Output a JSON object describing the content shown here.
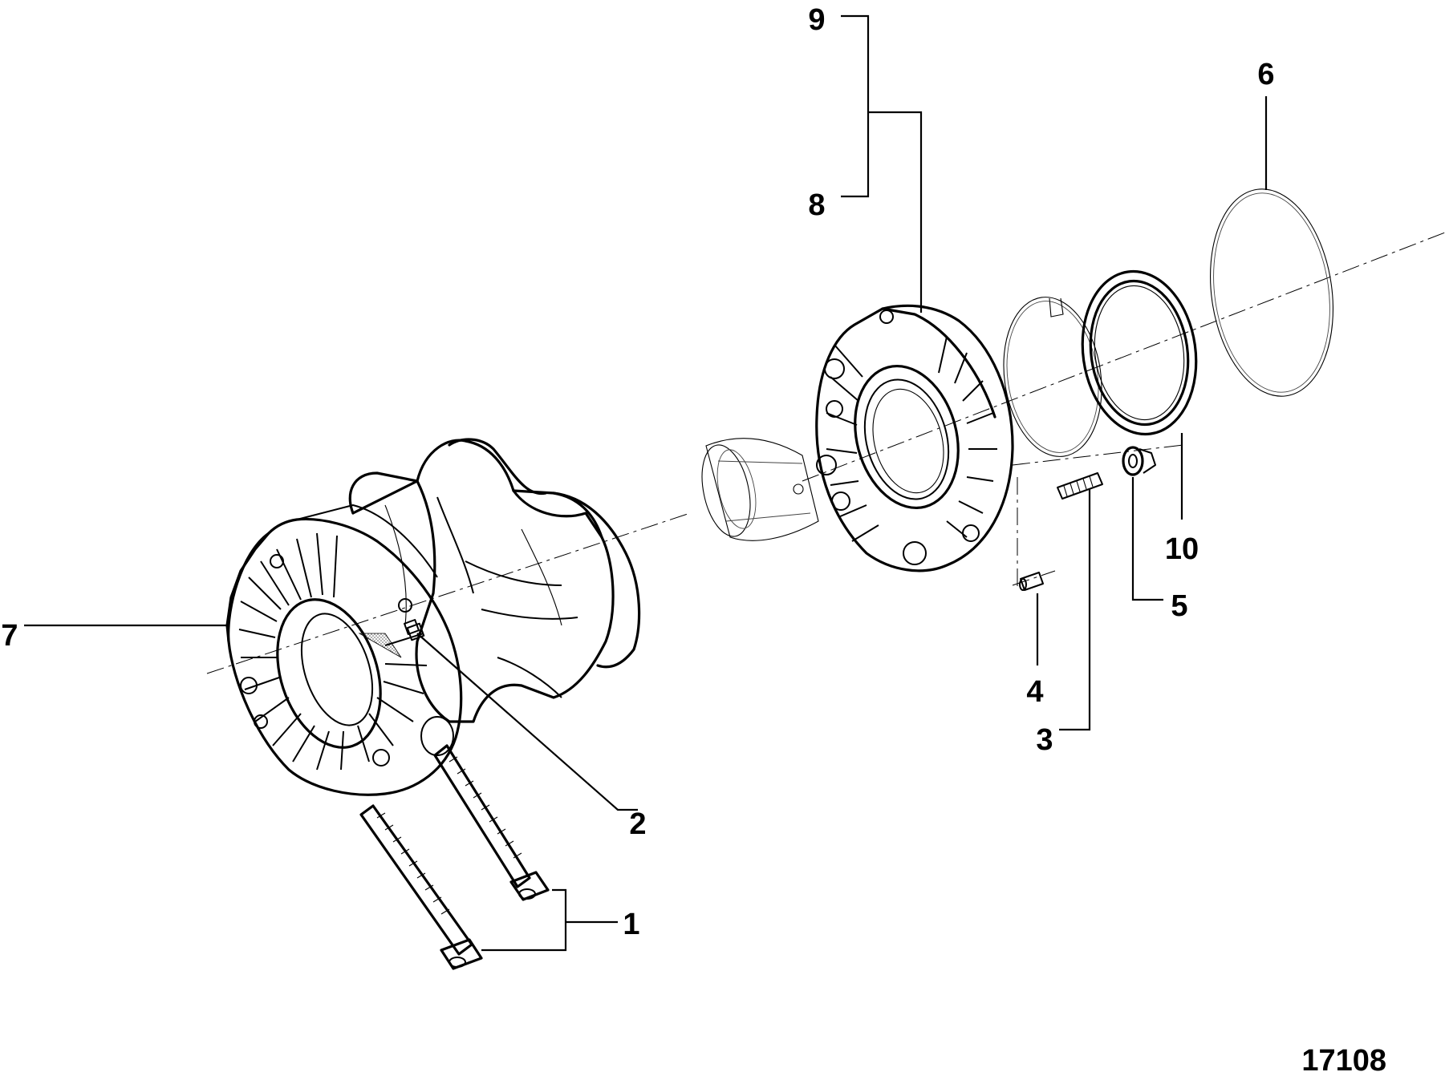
{
  "figure_number": "17108",
  "callouts": [
    {
      "id": "1",
      "label": "1"
    },
    {
      "id": "2",
      "label": "2"
    },
    {
      "id": "3",
      "label": "3"
    },
    {
      "id": "4",
      "label": "4"
    },
    {
      "id": "5",
      "label": "5"
    },
    {
      "id": "6",
      "label": "6"
    },
    {
      "id": "7",
      "label": "7"
    },
    {
      "id": "8",
      "label": "8"
    },
    {
      "id": "9",
      "label": "9"
    },
    {
      "id": "10",
      "label": "10"
    }
  ],
  "colors": {
    "line": "#000000",
    "background": "#ffffff",
    "stipple": "#9a9a9a"
  }
}
